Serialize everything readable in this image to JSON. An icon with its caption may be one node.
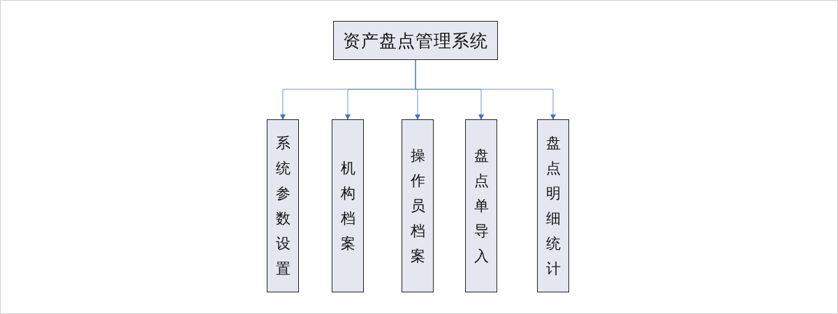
{
  "diagram": {
    "nodes": [
      {
        "text": [
          "资产盘点管理系统"
        ]
      },
      {
        "text": [
          "系统参数设置"
        ]
      },
      {
        "text": [
          "机构档案"
        ]
      },
      {
        "text": [
          "操作员档案"
        ]
      },
      {
        "text": [
          "盘点单导入"
        ]
      },
      {
        "text": [
          "盘点明细统计"
        ]
      }
    ],
    "edges": [
      {
        "from": 0,
        "to": 1,
        "arrow": "to"
      },
      {
        "from": 0,
        "to": 2,
        "arrow": "to"
      },
      {
        "from": 0,
        "to": 3,
        "arrow": "to"
      },
      {
        "from": 0,
        "to": 4,
        "arrow": "to"
      },
      {
        "from": 0,
        "to": 5,
        "arrow": "to"
      }
    ]
  }
}
